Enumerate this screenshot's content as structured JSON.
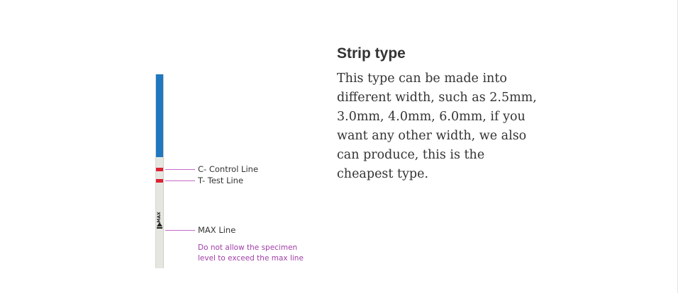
{
  "product": {
    "title": "Strip type",
    "description_lines": [
      "This type can be made into",
      "different width, such as 2.5mm,",
      "3.0mm, 4.0mm, 6.0mm, if you",
      "want any other width, we also",
      "can produce, this is the",
      "cheapest type."
    ]
  },
  "diagram": {
    "labels": {
      "control": "C- Control Line",
      "test": "T- Test Line",
      "max": "MAX Line"
    },
    "max_marker_text": "MAX",
    "warning_lines": [
      "Do not allow the specimen",
      "level to exceed the max line"
    ],
    "colors": {
      "handle": "#1f78c0",
      "result_line": "#dd2233",
      "leader": "#c66ac9",
      "warning_text": "#a13ea8"
    }
  }
}
